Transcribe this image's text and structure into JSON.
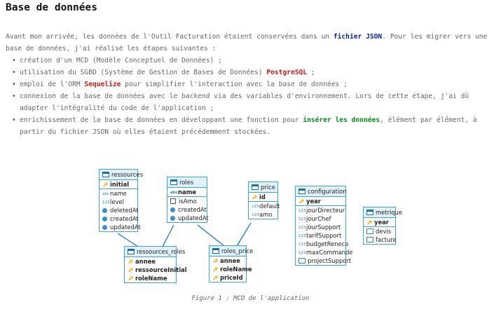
{
  "title": "Base de données",
  "intro": {
    "p1": "Avant mon arrivée, les données de l'Outil Facturation étaient conservées dans un ",
    "p1_bold": "fichier JSON",
    "p1_end": ". Pour les migrer vers une base de données, j'ai réalisé les étapes suivantes :"
  },
  "bullets": {
    "b1": "création d'un MCD (Modèle Conceptuel de Données) ;",
    "b2_start": "utilisation du SGBD (Système de Gestion de Bases de Données) ",
    "b2_bold": "PostgreSQL",
    "b2_end": " ;",
    "b3_start": "emploi de l'ORM ",
    "b3_bold": "Sequelize",
    "b3_end": " pour simplifier l'interaction avec la base de données ;",
    "b4": "connexion de la base de données avec le backend via des variables d'environnement. Lors de cette étape, j'ai dû adapter l'intégralité du code de l'application ;",
    "b5_start": "enrichissement de la base de données en développant une fonction pour ",
    "b5_bold": "insérer les données",
    "b5_end": ", élément par élément, à partir du fichier JSON où elles étaient précédemment stockées."
  },
  "tables": {
    "ressources": {
      "name": "ressources",
      "pk": "initial",
      "cols": [
        "name",
        "level",
        "deletedAt",
        "createdAt",
        "updatedAt"
      ]
    },
    "roles": {
      "name": "roles",
      "pk": "name",
      "cols": [
        "isAmo",
        "createdAt",
        "updatedAt"
      ]
    },
    "price": {
      "name": "price",
      "pk": "id",
      "cols": [
        "default",
        "amo"
      ]
    },
    "configuration": {
      "name": "configuration",
      "pk": "year",
      "cols": [
        "jourDirecteur",
        "jourChef",
        "jourSupport",
        "tarifSupport",
        "budgetReneco",
        "maxCommande",
        "projectSupport"
      ]
    },
    "metrique": {
      "name": "metrique",
      "pk": "year",
      "cols": [
        "devis",
        "facture"
      ]
    },
    "ressources_roles": {
      "name": "ressources_roles",
      "keys": [
        "annee",
        "ressourceInitial",
        "roleName"
      ]
    },
    "roles_price": {
      "name": "roles_price",
      "keys": [
        "annee",
        "roleName",
        "priceId"
      ]
    }
  },
  "caption": "Figure 1 : MCD de l'application",
  "colors": {
    "table_border": "#3aa6d8",
    "table_header": "#e0f1f9",
    "bold_blue": "#0a1fb5",
    "bold_red": "#d01818",
    "bold_green": "#0a8a1a"
  }
}
